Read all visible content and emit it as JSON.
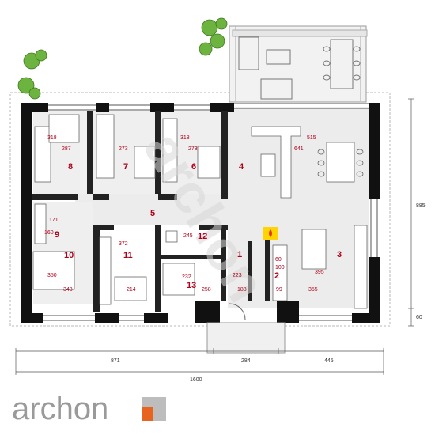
{
  "brand": {
    "name": "archon",
    "accent_color": "#e8641e"
  },
  "watermark": "archon",
  "rooms": [
    {
      "number": "1"
    },
    {
      "number": "2"
    },
    {
      "number": "3"
    },
    {
      "number": "4"
    },
    {
      "number": "5"
    },
    {
      "number": "6"
    },
    {
      "number": "7"
    },
    {
      "number": "8"
    },
    {
      "number": "9"
    },
    {
      "number": "10"
    },
    {
      "number": "11"
    },
    {
      "number": "12"
    },
    {
      "number": "13"
    }
  ],
  "dimensions": {
    "d287": "287",
    "d273a": "273",
    "d273b": "273",
    "d318a": "318",
    "d318b": "318",
    "d641": "641",
    "d515": "515",
    "d171": "171",
    "d160": "160",
    "d350": "350",
    "d348": "348",
    "d372": "372",
    "d214": "214",
    "d245": "245",
    "d258": "258",
    "d232": "232",
    "d223": "223",
    "d188": "188",
    "d99": "99",
    "d355": "355",
    "d395": "395",
    "d100": "100",
    "d60": "60"
  },
  "overall": {
    "bottom_left": "871",
    "bottom_mid": "284",
    "bottom_right": "445",
    "bottom_total": "1600",
    "right_total": "885",
    "right_small": "60"
  }
}
